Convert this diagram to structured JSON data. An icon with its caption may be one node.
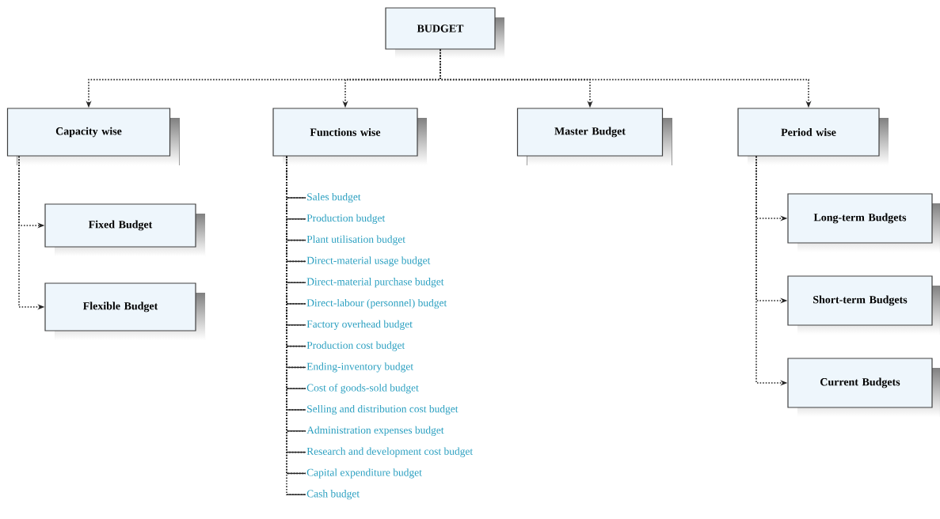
{
  "diagram": {
    "nodes": [
      {
        "text": [
          "BUDGET"
        ]
      },
      {
        "text": [
          "Capacity wise"
        ]
      },
      {
        "text": [
          "Functions wise"
        ]
      },
      {
        "text": [
          "Master Budget"
        ]
      },
      {
        "text": [
          "Period wise"
        ]
      },
      {
        "text": [
          "Fixed Budget"
        ]
      },
      {
        "text": [
          "Flexible Budget"
        ]
      },
      {
        "text": [
          "Long-term Budgets"
        ]
      },
      {
        "text": [
          "Short-term Budgets"
        ]
      },
      {
        "text": [
          "Current Budgets"
        ]
      },
      {
        "text": [
          "Sales budget"
        ]
      },
      {
        "text": [
          "Production budget"
        ]
      },
      {
        "text": [
          "Plant utilisation budget"
        ]
      },
      {
        "text": [
          "Direct-material usage budget"
        ]
      },
      {
        "text": [
          "Direct-material purchase budget"
        ]
      },
      {
        "text": [
          "Direct-labour (personnel) budget"
        ]
      },
      {
        "text": [
          "Factory overhead budget"
        ]
      },
      {
        "text": [
          "Production cost budget"
        ]
      },
      {
        "text": [
          "Ending-inventory budget"
        ]
      },
      {
        "text": [
          "Cost of goods-sold budget"
        ]
      },
      {
        "text": [
          "Selling and distribution cost budget"
        ]
      },
      {
        "text": [
          "Administration expenses budget"
        ]
      },
      {
        "text": [
          "Research and development cost budget"
        ]
      },
      {
        "text": [
          "Capital expenditure budget"
        ]
      },
      {
        "text": [
          "Cash budget"
        ]
      }
    ],
    "edges": [
      {
        "from": 0,
        "to": 1,
        "arrow": "to",
        "style": "dashed"
      },
      {
        "from": 0,
        "to": 2,
        "arrow": "to",
        "style": "dashed"
      },
      {
        "from": 0,
        "to": 3,
        "arrow": "to",
        "style": "dashed"
      },
      {
        "from": 0,
        "to": 4,
        "arrow": "to",
        "style": "dashed"
      },
      {
        "from": 1,
        "to": 5,
        "arrow": "to",
        "style": "dashed"
      },
      {
        "from": 1,
        "to": 6,
        "arrow": "to",
        "style": "dashed"
      },
      {
        "from": 4,
        "to": 7,
        "arrow": "to",
        "style": "dashed"
      },
      {
        "from": 4,
        "to": 8,
        "arrow": "to",
        "style": "dashed"
      },
      {
        "from": 4,
        "to": 9,
        "arrow": "to",
        "style": "dashed"
      },
      {
        "from": 2,
        "to": 10,
        "arrow": "none",
        "style": "dashed"
      },
      {
        "from": 2,
        "to": 11,
        "arrow": "none",
        "style": "dashed"
      },
      {
        "from": 2,
        "to": 12,
        "arrow": "none",
        "style": "dashed"
      },
      {
        "from": 2,
        "to": 13,
        "arrow": "none",
        "style": "dashed"
      },
      {
        "from": 2,
        "to": 14,
        "arrow": "none",
        "style": "dashed"
      },
      {
        "from": 2,
        "to": 15,
        "arrow": "none",
        "style": "dashed"
      },
      {
        "from": 2,
        "to": 16,
        "arrow": "none",
        "style": "dashed"
      },
      {
        "from": 2,
        "to": 17,
        "arrow": "none",
        "style": "dashed"
      },
      {
        "from": 2,
        "to": 18,
        "arrow": "none",
        "style": "dashed"
      },
      {
        "from": 2,
        "to": 19,
        "arrow": "none",
        "style": "dashed"
      },
      {
        "from": 2,
        "to": 20,
        "arrow": "none",
        "style": "dashed"
      },
      {
        "from": 2,
        "to": 21,
        "arrow": "none",
        "style": "dashed"
      },
      {
        "from": 2,
        "to": 22,
        "arrow": "none",
        "style": "dashed"
      },
      {
        "from": 2,
        "to": 23,
        "arrow": "none",
        "style": "dashed"
      },
      {
        "from": 2,
        "to": 24,
        "arrow": "none",
        "style": "dashed"
      }
    ]
  }
}
